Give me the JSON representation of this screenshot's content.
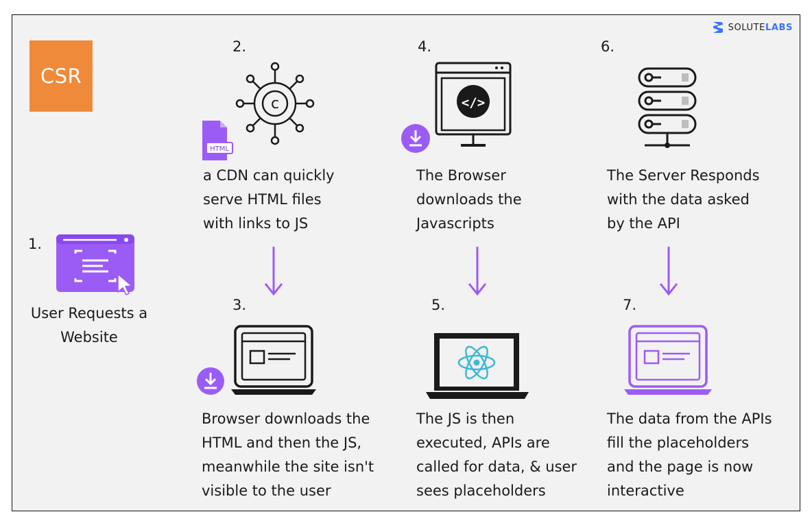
{
  "brand": {
    "name_prefix": "SOLUTE",
    "name_suffix": "LABS",
    "color": "#3b73ff"
  },
  "badge": {
    "label": "CSR",
    "color": "#ef8a3a"
  },
  "colors": {
    "accent": "#9b5cf6",
    "panel": "#f2f2f2"
  },
  "steps": [
    {
      "number": "1.",
      "icon": "browser-window-cursor-icon",
      "lines": [
        "User Requests a",
        "Website"
      ]
    },
    {
      "number": "2.",
      "icon": "cdn-network-html-icon",
      "lines": [
        "a CDN can quickly",
        "serve HTML files",
        "with links to JS"
      ]
    },
    {
      "number": "3.",
      "icon": "laptop-download-icon",
      "lines": [
        "Browser downloads the",
        "HTML and then the JS,",
        "meanwhile the site isn't",
        "visible to the user"
      ]
    },
    {
      "number": "4.",
      "icon": "monitor-code-download-icon",
      "lines": [
        "The Browser",
        "downloads the",
        "Javascripts"
      ]
    },
    {
      "number": "5.",
      "icon": "laptop-react-icon",
      "lines": [
        "The JS is then",
        "executed, APIs are",
        "called for data, & user",
        "sees placeholders"
      ]
    },
    {
      "number": "6.",
      "icon": "server-stack-icon",
      "lines": [
        "The Server Responds",
        "with the data asked",
        "by the API"
      ]
    },
    {
      "number": "7.",
      "icon": "laptop-interactive-page-icon",
      "lines": [
        "The data from the APIs",
        "fill the placeholders",
        "and the page is now",
        "interactive"
      ]
    }
  ],
  "flow_arrows": [
    {
      "from": "2.",
      "to": "3."
    },
    {
      "from": "4.",
      "to": "5."
    },
    {
      "from": "6.",
      "to": "7."
    }
  ]
}
